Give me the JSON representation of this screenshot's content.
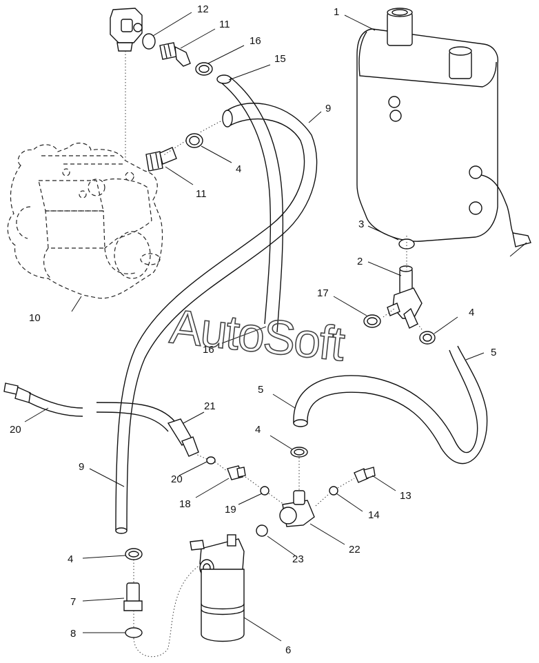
{
  "watermark": "AutoSoft",
  "callouts": [
    "1",
    "2",
    "3",
    "4",
    "4",
    "4",
    "4",
    "5",
    "5",
    "6",
    "7",
    "8",
    "9",
    "9",
    "10",
    "11",
    "11",
    "12",
    "13",
    "14",
    "15",
    "16",
    "16",
    "17",
    "18",
    "19",
    "20",
    "20",
    "21",
    "22",
    "23"
  ]
}
